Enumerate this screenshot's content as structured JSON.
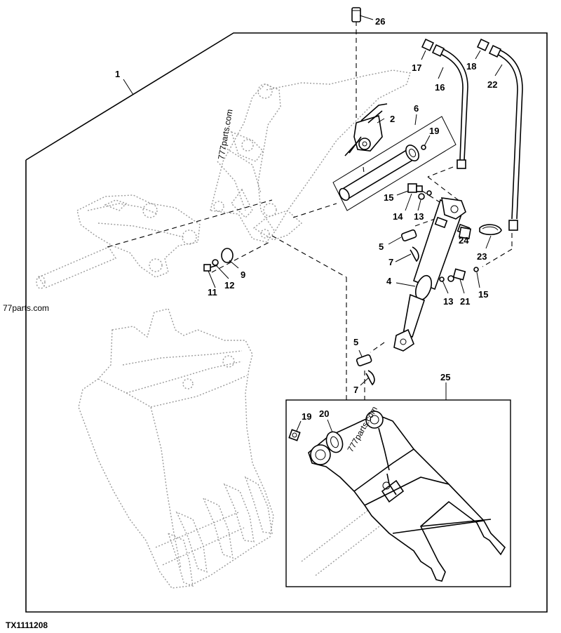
{
  "figure_id": "TX1111208",
  "watermarks": [
    "77parts.com",
    "777parts.com",
    "777parts.com"
  ],
  "callouts": [
    "1",
    "2",
    "4",
    "5",
    "5",
    "6",
    "7",
    "7",
    "9",
    "11",
    "12",
    "13",
    "13",
    "14",
    "15",
    "15",
    "16",
    "17",
    "18",
    "19",
    "19",
    "20",
    "21",
    "22",
    "23",
    "24",
    "25",
    "26"
  ]
}
